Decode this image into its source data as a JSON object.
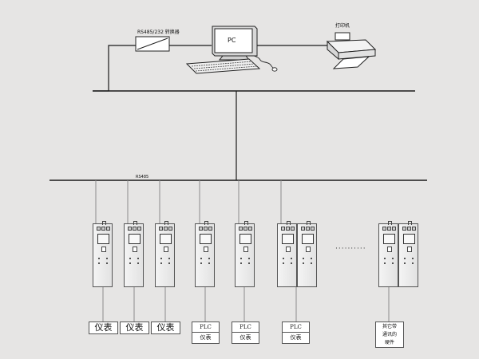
{
  "converter_label": "RS485/232 转换器",
  "pc_label": "PC",
  "printer_label": "打印机",
  "bus_label": "RS485",
  "ellipsis": "··········",
  "devices": [
    {
      "label": "仪表",
      "type": "meter"
    },
    {
      "label": "仪表",
      "type": "meter"
    },
    {
      "label": "仪表",
      "type": "meter"
    },
    {
      "label": "PLC",
      "sub": "仪表",
      "type": "plc"
    },
    {
      "label": "PLC",
      "sub": "仪表",
      "type": "plc"
    },
    {
      "label": "PLC",
      "sub": "仪表",
      "type": "plc"
    },
    {
      "label": "其它带\n通讯的\n硬件",
      "type": "other"
    }
  ]
}
